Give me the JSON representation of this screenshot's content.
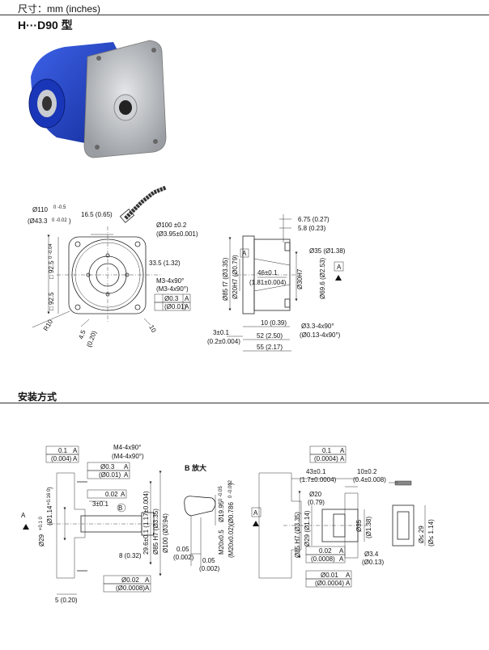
{
  "header": {
    "units_label": "尺寸：mm (inches)",
    "model_title": "H···D90 型"
  },
  "section_title": "安装方式",
  "top_drawing": {
    "dims": {
      "d110": "Ø110",
      "d110_tol": "0 -0.5",
      "d433": "(Ø43.3",
      "d433_tol": "0 -0.02",
      "d433_close": ")",
      "d165": "16.5 (0.65)",
      "d100": "Ø100 ±0.2",
      "d395": "(Ø3.95±0.001)",
      "d335": "33.5 (1.32)",
      "d925": "□ 92.5",
      "d925_tol": "0 -0.04",
      "d925_b": "□ 92.5",
      "m3": "M3-4x90°",
      "m3b": "(M3-4x90°)",
      "pos03": "Ø0.3",
      "pos001": "(Ø0.01)",
      "ref_a": "A",
      "r10": "R10",
      "d45": "4.5",
      "d020": "(0.20)",
      "d10": "10",
      "d675": "6.75 (0.27)",
      "d58": "5.8 (0.23)",
      "d35": "Ø35 (Ø1.38)",
      "d85f7": "Ø85 f7 (Ø3.35)",
      "d20h7": "Ø20H7 (Ø0.79)",
      "d46": "46±0.1",
      "d181": "(1.81±0.004)",
      "d30h7": "Ø30H7",
      "d696": "Ø69.6 (Ø2.53)",
      "d10b": "10 (0.39)",
      "d3": "3±0.1",
      "d02": "(0.2±0.004)",
      "d52": "52 (2.50)",
      "d55": "55 (2.17)",
      "d33": "Ø3.3-4x90°",
      "d013": "(Ø0.13-4x90°)",
      "datum_a": "A"
    }
  },
  "bottom_drawing": {
    "enlarge_label": "B 放大",
    "dims": {
      "f01": "0.1",
      "f0004": "(0.004)",
      "m4": "M4-4x90°",
      "m4b": "(M4-4x90°)",
      "p03": "Ø0.3",
      "p001": "(Ø0.01)",
      "f002": "0.02",
      "d3": "3±0.1",
      "b": "B",
      "d29": "Ø29",
      "d29_tol": "+0.1 0",
      "d114": "(Ø1.14",
      "d114_tol": "+0.16 0",
      "d114_close": ")",
      "d296": "29.6±0.1 (1.17±0.004)",
      "d85h7": "Ø85 H7 (Ø3.35)",
      "d100": "Ø100 (Ø3.94)",
      "d8": "8 (0.32)",
      "d5": "5 (0.20)",
      "c002": "Ø0.02",
      "c0008": "(Ø0.0008)",
      "d1995": "Ø19.95",
      "d1995_tol": "0 -0.05",
      "d0786": "(Ø0.786",
      "d0786_tol": "0 -0.002",
      "d0786_close": ")",
      "m20": "M20x0.5",
      "m20b": "(M20x0.02)",
      "d005": "0.05",
      "d0002": "(0.002)",
      "d005b": "0.05",
      "d0002b": "(0.002)",
      "r01": "0.1",
      "r0004": "(0.0004)",
      "d43": "43±0.1",
      "d17": "(1.7±0.0004)",
      "d10": "10±0.2",
      "d04": "(0.4±0.008)",
      "d20": "Ø20",
      "d079": "(0.79)",
      "d29b": "Ø29 (Ø1.14)",
      "d85h7b": "Ø85 H7 (Ø3.35)",
      "d35": "Ø35",
      "d138": "(Ø1.38)",
      "f002b": "0.02",
      "f0008": "(0.0008)",
      "d34": "Ø3.4",
      "d013": "(Ø0.13)",
      "c001": "Ø0.01",
      "c00004": "(Ø0.0004)",
      "d29c": "Ø≤ 29",
      "d114c": "(Ø≤ 1.14)",
      "ref_a": "A",
      "datum_a": "A"
    }
  },
  "colors": {
    "housing_blue": "#1d3fc4",
    "flange_gray": "#b9bcc0",
    "hatch": "#555555"
  }
}
